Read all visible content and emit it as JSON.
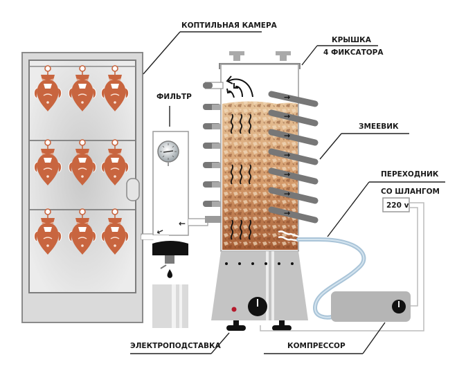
{
  "diagram": {
    "title": "Smoking chamber with smoke generator",
    "labels": {
      "smoking_chamber": "КОПТИЛЬНАЯ КАМЕРА",
      "lid_line1": "КРЫШКА",
      "lid_line2": "4 ФИКСАТОРА",
      "filter": "ФИЛЬТР",
      "coil": "ЗМЕЕВИК",
      "adapter_line1": "ПЕРЕХОДНИК",
      "adapter_line2": "СО ШЛАНГОМ",
      "power": "220 v",
      "electric_stand": "ЭЛЕКТРОПОДСТАВКА",
      "compressor": "КОМПРЕССОР"
    },
    "chamber": {
      "shelves": 3,
      "fish_per_shelf": 3
    },
    "colors": {
      "fish": "#c8653f",
      "cabinet": "#d6d6d6",
      "cabinet_border": "#8a8a8a",
      "pipe": "#7d7d7d",
      "hose": "#a9c4d8",
      "chips_light": "#e0b98a",
      "chips_dark": "#9c5a33",
      "stand": "#c4c4c4",
      "indicator": "#b5192b"
    }
  }
}
